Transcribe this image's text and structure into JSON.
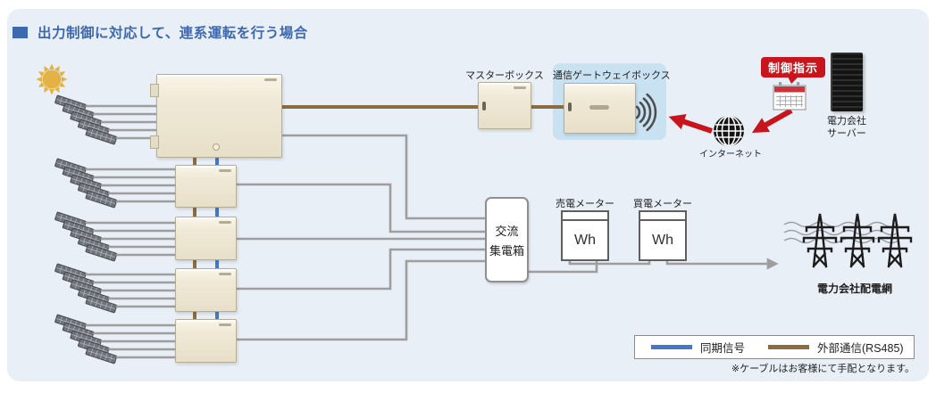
{
  "title": "出力制御に対応して、連系運転を行う場合",
  "equipment": {
    "master_box": "マスターボックス",
    "gateway_box": "通信ゲートウェイボックス",
    "ac_collection_box_line1": "交流",
    "ac_collection_box_line2": "集電箱",
    "sell_meter": "売電メーター",
    "buy_meter": "買電メーター",
    "meter_unit": "Wh",
    "grid_network": "電力会社配電網",
    "server_line1": "電力会社",
    "server_line2": "サーバー",
    "internet": "インターネット",
    "control_instruction": "制御指示"
  },
  "legend": {
    "sync_label": "同期信号",
    "external_label": "外部通信(RS485)",
    "note": "※ケーブルはお客様にて手配となります。",
    "sync_color": "#4577c9",
    "external_color": "#8b6d3f"
  },
  "colors": {
    "title_blue": "#3e68af",
    "wire_gray": "#9e9e9e",
    "alert_red": "#c8151d",
    "gateway_highlight": "#c9e2f2",
    "panel_background": "#e9eff6",
    "equipment_beige": "#f0e9d6"
  }
}
